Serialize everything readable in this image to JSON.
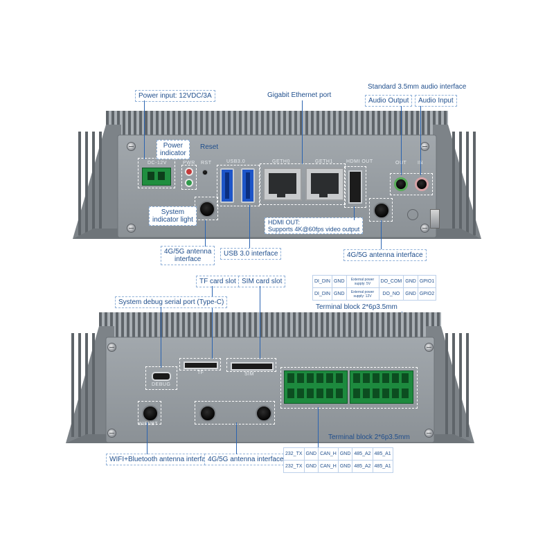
{
  "top": {
    "power_input": "Power input: 12VDC/3A",
    "gigabit": "Gigabit Ethernet port",
    "audio_std": "Standard 3.5mm audio interface",
    "audio_output": "Audio Output",
    "audio_input": "Audio Input",
    "power_indicator": "Power\nindicator",
    "reset": "Reset",
    "system_indicator": "System\nindicator light",
    "antenna_left": "4G/5G antenna\ninterface",
    "usb3": "USB 3.0 interface",
    "hdmi_title": "HDMI OUT:",
    "hdmi_desc": "Supports 4K@60fps video output",
    "antenna_right": "4G/5G antenna interface",
    "silk": {
      "dc12v": "DC-12V",
      "pwr": "PWR",
      "rst": "RST",
      "usb30": "USB3.0",
      "eth0": "GETH0",
      "eth1": "GETH1",
      "hdmi": "HDMI OUT",
      "out": "OUT",
      "in": "IN"
    }
  },
  "gpio_table": {
    "rows": [
      [
        "DI_DIN",
        "GND",
        "External power supply: 5V",
        "DO_COM",
        "GND",
        "GPIO1"
      ],
      [
        "DI_DIN",
        "GND",
        "External power supply: 12V",
        "DO_NO",
        "GND",
        "GPIO2"
      ]
    ],
    "caption": "Terminal block 2*6p3.5mm"
  },
  "bottom": {
    "tf_card": "TF card slot",
    "sim_card": "SIM card slot",
    "debug_port": "System debug serial port (Type-C)",
    "wifi_bt": "WIFI+Bluetooth antenna interface",
    "antenna": "4G/5G antenna interface",
    "terminal_caption": "Terminal block 2*6p3.5mm",
    "silk": {
      "debug": "DEBUG",
      "tf": "TF",
      "sim": "SIM",
      "wifi": "WIFI/BT"
    }
  },
  "serial_table": {
    "rows": [
      [
        "232_TX",
        "GND",
        "CAN_H",
        "GND",
        "485_A2",
        "485_A1"
      ],
      [
        "232_TX",
        "GND",
        "CAN_H",
        "GND",
        "485_A2",
        "485_A1"
      ]
    ]
  },
  "colors": {
    "label_text": "#1f4e8c",
    "leader_line": "#2a63b0",
    "chassis": "#8e9499",
    "usb_blue": "#1d55c8",
    "terminal_green": "#1d8a3e"
  }
}
